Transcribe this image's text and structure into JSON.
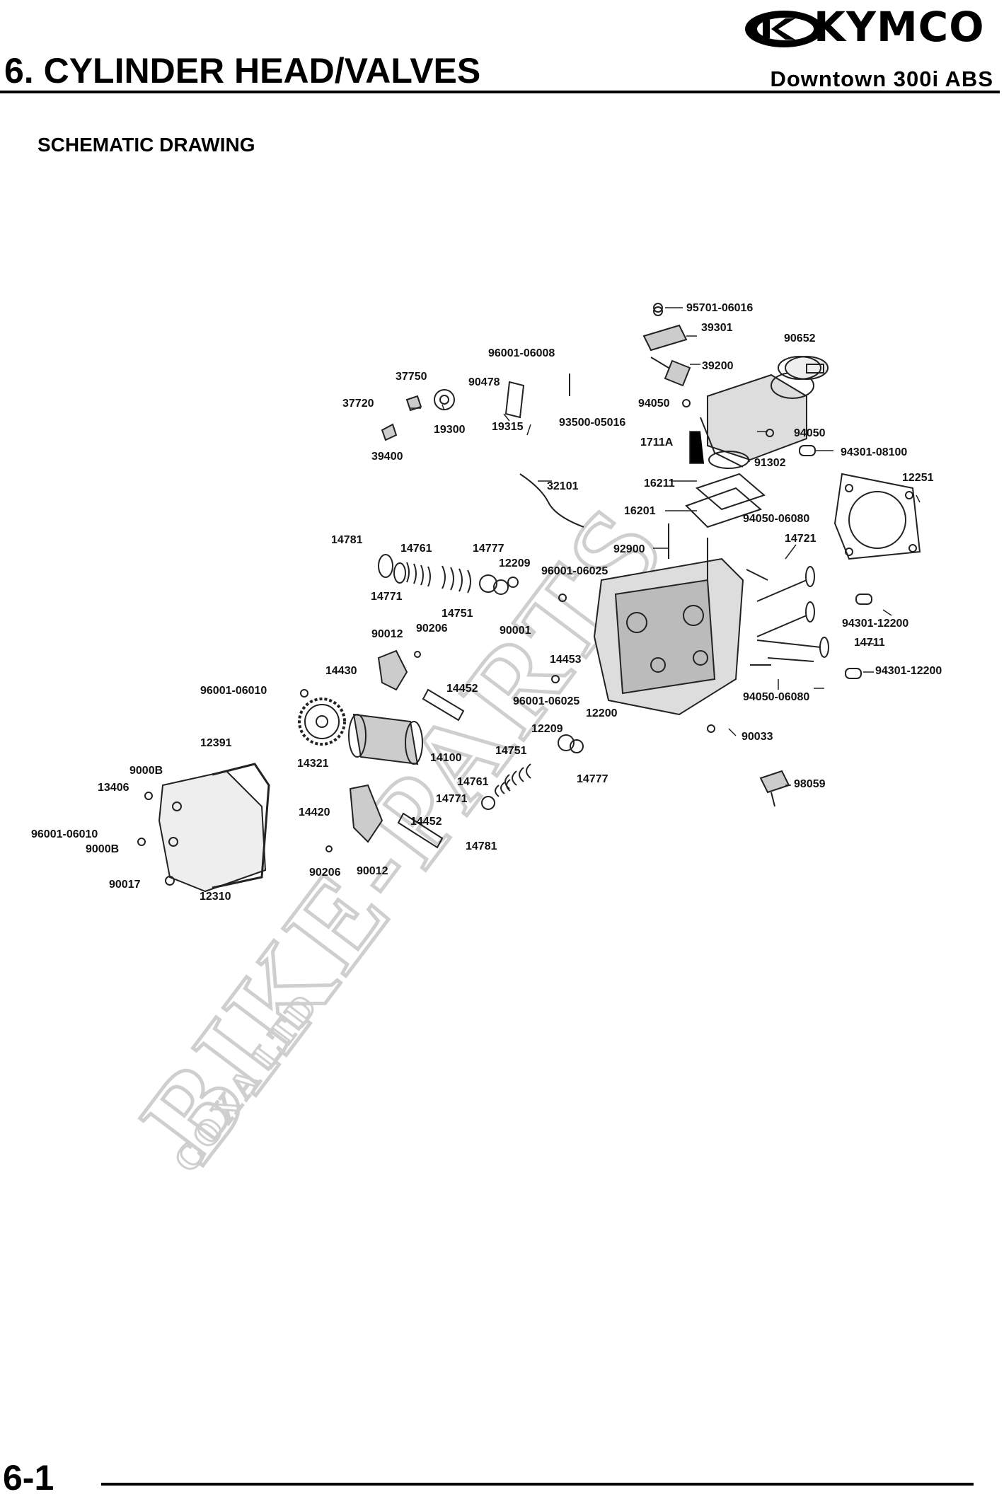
{
  "header": {
    "brand": "KYMCO",
    "chapter_title": "6. CYLINDER HEAD/VALVES",
    "model": "Downtown 300i ABS"
  },
  "section": {
    "title": "SCHEMATIC DRAWING"
  },
  "watermark": {
    "main": "BIKE-PARTS",
    "sub": "COXA LTD"
  },
  "parts": [
    "95701-06016",
    "39301",
    "90652",
    "96001-06008",
    "39200",
    "37750",
    "90478",
    "37720",
    "94050",
    "19300",
    "19315",
    "93500-05016",
    "1711A",
    "94050",
    "39400",
    "91302",
    "94301-08100",
    "32101",
    "16211",
    "12251",
    "16201",
    "94050-06080",
    "14781",
    "14761",
    "14777",
    "12209",
    "92900",
    "14721",
    "96001-06025",
    "14771",
    "14751",
    "90012",
    "90206",
    "90001",
    "94301-12200",
    "14711",
    "14430",
    "14453",
    "94301-12200",
    "96001-06010",
    "14452",
    "96001-06025",
    "94050-06080",
    "12200",
    "12209",
    "90033",
    "12391",
    "14751",
    "14100",
    "9000B",
    "14321",
    "14761",
    "14777",
    "13406",
    "98059",
    "14771",
    "14420",
    "14452",
    "96001-06010",
    "9000B",
    "14781",
    "90206",
    "90012",
    "90017",
    "12310"
  ],
  "footer": {
    "page_number": "6-1"
  }
}
